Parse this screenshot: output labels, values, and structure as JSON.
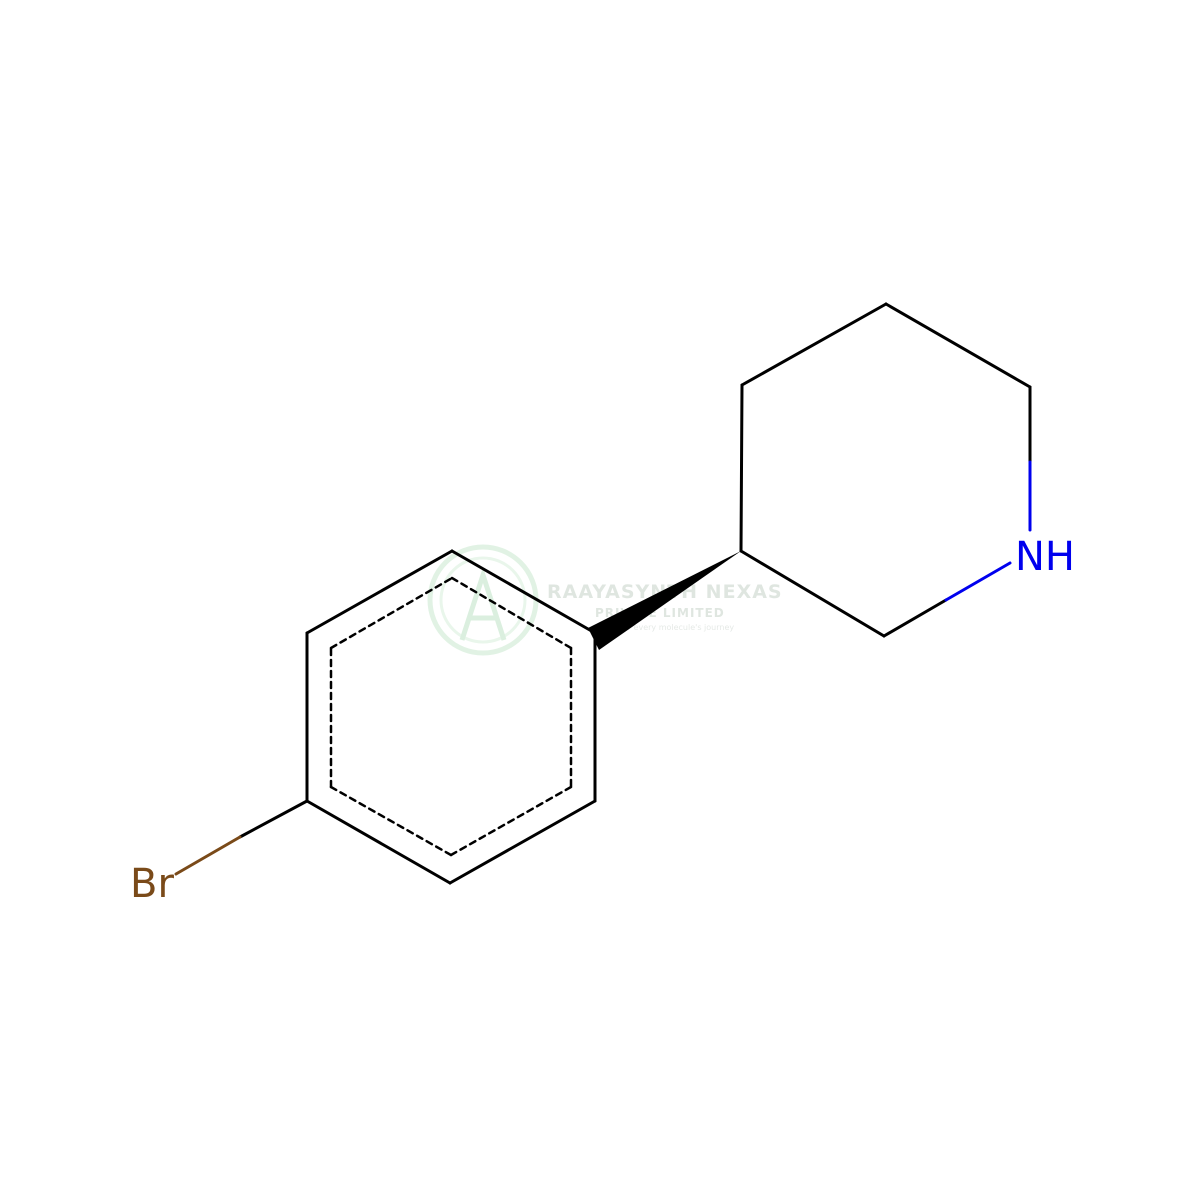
{
  "molecule": {
    "atoms": {
      "bromine": "Br",
      "nitrogen": "NH"
    },
    "colors": {
      "bond": "#000000",
      "bromine": "#7a4a19",
      "nitrogen": "#0000ee",
      "background": "#ffffff"
    }
  },
  "watermark": {
    "title": "RAAYASYNTH NEXAS",
    "subtitle": "PRIVATE LIMITED",
    "tagline": "for every molecule's journey",
    "color": "#b9dfc0"
  }
}
